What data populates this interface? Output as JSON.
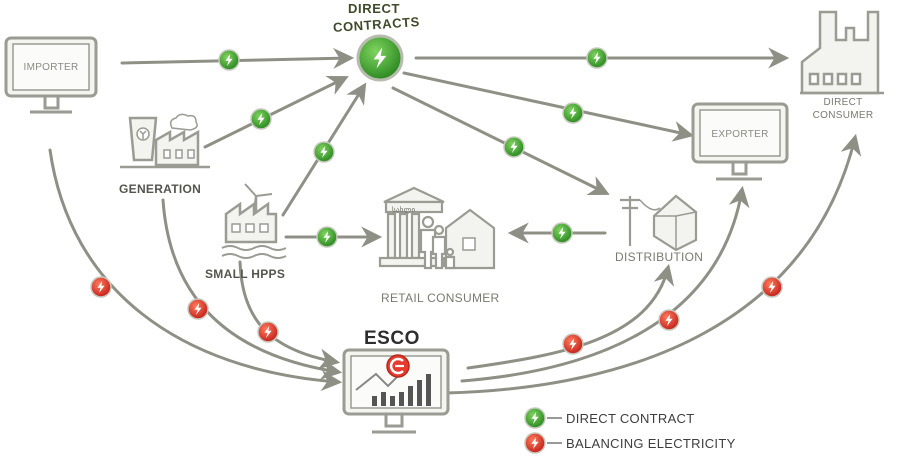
{
  "nodes": {
    "importer": "IMPORTER",
    "direct_contracts_line1": "DIRECT",
    "direct_contracts_line2": "CONTRACTS",
    "direct_consumer_line1": "DIRECT",
    "direct_consumer_line2": "CONSUMER",
    "exporter": "EXPORTER",
    "generation": "GENERATION",
    "small_hpps": "SMALL HPPS",
    "retail_consumer": "RETAIL CONSUMER",
    "distribution": "DISTRIBUTION",
    "esco": "ESCO",
    "building_sign": "სახლი"
  },
  "legend": {
    "direct_contract": "DIRECT CONTRACT",
    "balancing_electricity": "BALANCING ELECTRICITY"
  },
  "colors": {
    "direct_contract": "#3d9a2e",
    "balancing_electricity": "#d9342a",
    "arrow": "#8f9085",
    "icon_line": "#9a9b93"
  }
}
